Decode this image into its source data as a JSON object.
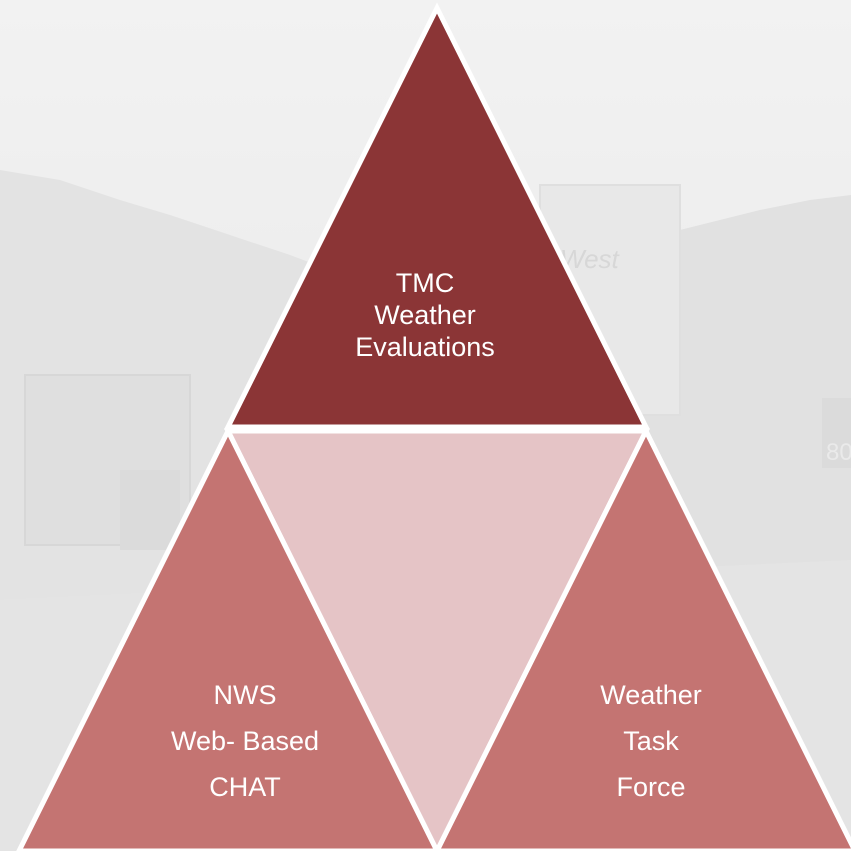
{
  "diagram": {
    "top": {
      "lines": [
        "TMC",
        "Weather",
        "Evaluations"
      ],
      "color": "#8b3536"
    },
    "left": {
      "lines": [
        "NWS",
        "Web- Based",
        "CHAT"
      ],
      "color": "#c47472"
    },
    "right": {
      "lines": [
        "Weather",
        "Task",
        "Force"
      ],
      "color": "#c47472"
    },
    "center": {
      "color": "#e5c4c6"
    },
    "outline_color": "#ffffff"
  },
  "background": {
    "truck_text": "West",
    "road_sign_text": "80"
  }
}
